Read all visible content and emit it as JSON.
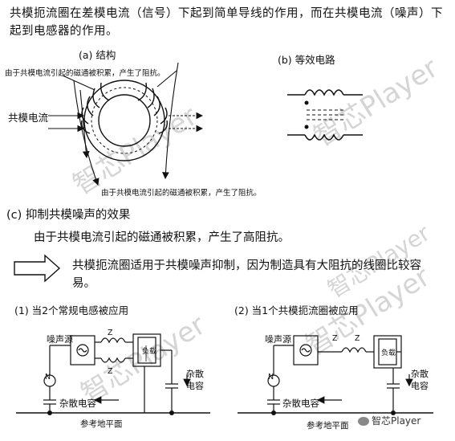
{
  "intro": "共模扼流圈在差模电流（信号）下起到简单导线的作用，而在共模电流（噪声）下起到电感器的作用。",
  "section_a": {
    "title": "(a) 结构",
    "note_top": "由于共模电流引起的磁通被积累，产生了阻抗。",
    "current_label": "共模电流",
    "note_bottom": "由于共模电流引起的磁通被积累，产生了阻抗。"
  },
  "section_b": {
    "title": "(b) 等效电路"
  },
  "section_c": {
    "title": "(c) 抑制共模噪声的效果",
    "line1": "由于共模电流引起的磁通被积累，产生了高阻抗。",
    "line2": "共模扼流圈适用于共模噪声抑制，因为制造具有大阻抗的线圈比较容易。"
  },
  "circuit1": {
    "title": "(1) 当2个常规电感被应用",
    "noise_source": "噪声源",
    "z_top": "Z",
    "z_bottom": "Z",
    "load": "负载",
    "stray_right": "杂散电容",
    "stray_bottom": "杂散电容",
    "ground": "参考地平面",
    "n_label": "N"
  },
  "circuit2": {
    "title": "(2) 当1个共模扼流圈被应用",
    "noise_source": "噪声源",
    "z_top": "Z",
    "z_top2": "Z",
    "load": "负载",
    "stray_right": "杂散电容",
    "stray_bottom": "杂散电容",
    "ground": "参考地平面",
    "n_label": "N"
  },
  "watermark": "智芯Player",
  "logo_text": "智芯Player"
}
